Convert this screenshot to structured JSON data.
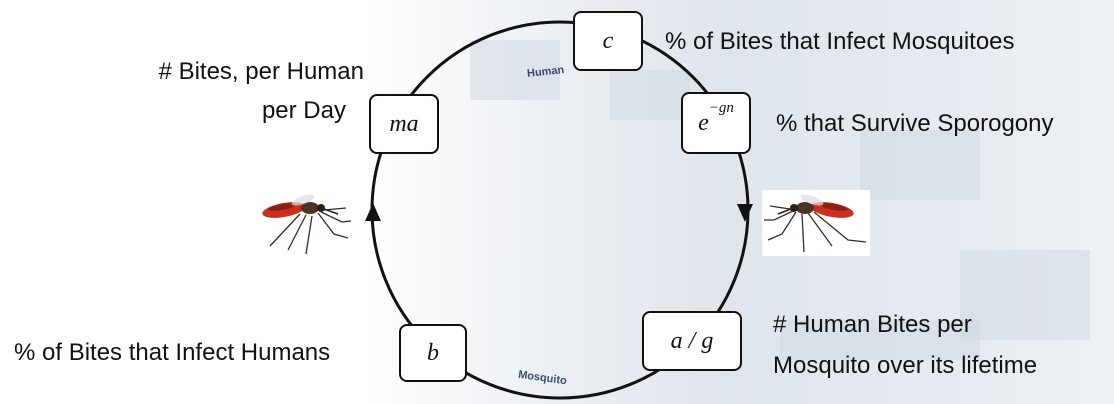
{
  "diagram": {
    "nodes": {
      "c": {
        "symbol": "c",
        "label": "% of Bites that Infect Mosquitoes"
      },
      "egn": {
        "base": "e",
        "exponent": "−gn",
        "label": "% that Survive Sporogony"
      },
      "ag": {
        "symbol": "a / g",
        "label_line1": "# Human Bites per",
        "label_line2": "Mosquito over its lifetime"
      },
      "b": {
        "symbol": "b",
        "label": "% of Bites that Infect Humans"
      },
      "ma": {
        "symbol": "ma",
        "label_line1": "# Bites, per Human",
        "label_line2": "per Day"
      }
    },
    "tags": {
      "human": "Human",
      "mosquito": "Mosquito"
    },
    "icons": [
      "mosquito-left-icon",
      "mosquito-right-icon"
    ],
    "colors": {
      "ring": "#111111",
      "tag_text": "#3c4a6e",
      "mosquito_body": "#c9301e"
    }
  }
}
